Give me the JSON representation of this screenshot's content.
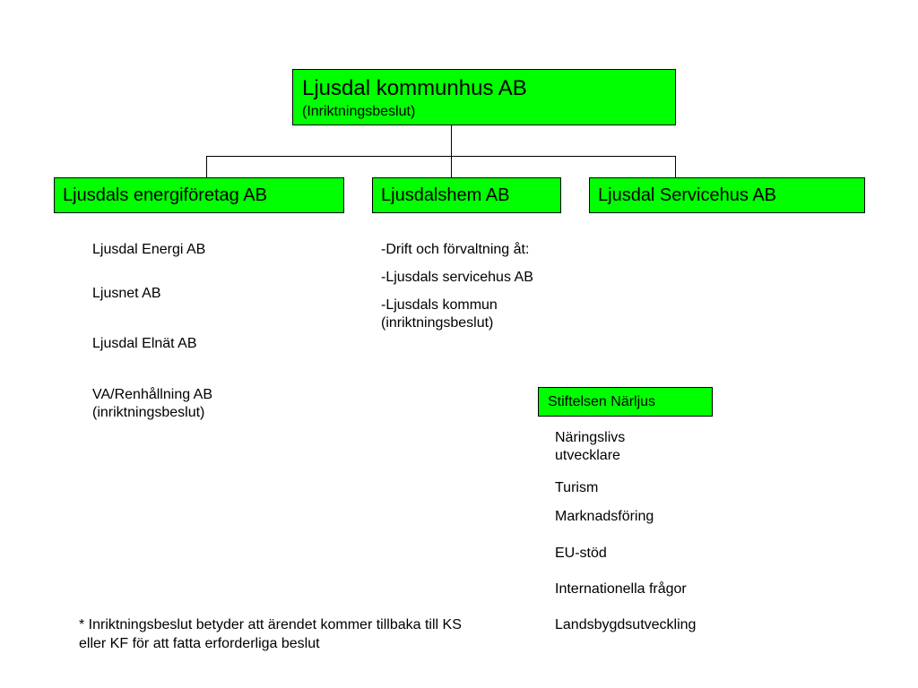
{
  "root": {
    "title": "Ljusdal kommunhus AB",
    "subtitle": "(Inriktningsbeslut)"
  },
  "children": [
    {
      "title": "Ljusdals energiföretag AB"
    },
    {
      "title": "Ljusdalshem AB"
    },
    {
      "title": "Ljusdal Servicehus AB"
    }
  ],
  "energi_items": [
    "Ljusdal Energi AB",
    "Ljusnet AB",
    "Ljusdal Elnät AB",
    "VA/Renhållning AB",
    "(inriktningsbeslut)"
  ],
  "ljusdalshem_items": [
    "-Drift och förvaltning åt:",
    "-Ljusdals servicehus AB",
    "-Ljusdals kommun",
    "(inriktningsbeslut)"
  ],
  "foundation": {
    "title": "Stiftelsen Närljus",
    "items": [
      "Näringslivs",
      "utvecklare",
      "Turism",
      "Marknadsföring",
      "EU-stöd",
      "Internationella frågor",
      "Landsbygdsutveckling"
    ]
  },
  "footnote": {
    "line1": "* Inriktningsbeslut betyder att ärendet kommer tillbaka till KS",
    "line2": "eller KF för att fatta erforderliga beslut"
  },
  "colors": {
    "box_fill": "#00ff00",
    "line": "#000000"
  }
}
